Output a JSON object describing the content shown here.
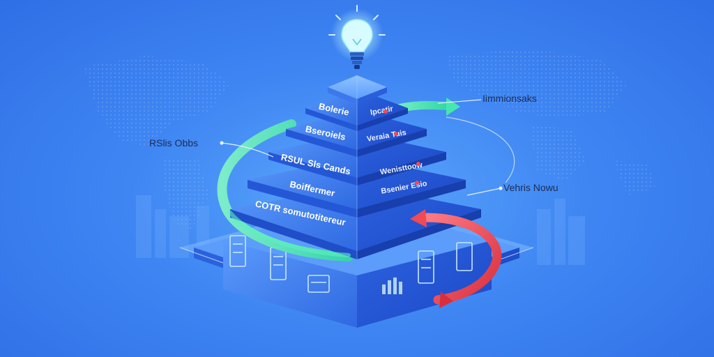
{
  "callouts": {
    "top_right": "Iimmionsaks",
    "left": "RSlis Obbs",
    "right": "Vehris Nowu"
  },
  "tiers": [
    {
      "left": "Bolerie",
      "right": "Ipcatir"
    },
    {
      "left": "Bseroiels",
      "right": "Veraia Tuis"
    },
    {
      "left": "RSUL Sls Cands",
      "right": "Wenisttoow"
    },
    {
      "left": "Boiffermer",
      "right": "Bsenier Esio"
    },
    {
      "left": "COTR somutotitereur",
      "right": ""
    }
  ],
  "colors": {
    "background": "#3f86f3",
    "pyramid_light": "#4b8cf7",
    "pyramid_dark": "#2459d8",
    "green_arrow": "#45e6b0",
    "red_arrow": "#ef4a55",
    "bulb_glow": "#bff6ff"
  },
  "icons": [
    "light-bulb-icon",
    "server-rack-icon",
    "bar-chart-icon",
    "world-map-icon",
    "cycle-arrow-icon"
  ]
}
